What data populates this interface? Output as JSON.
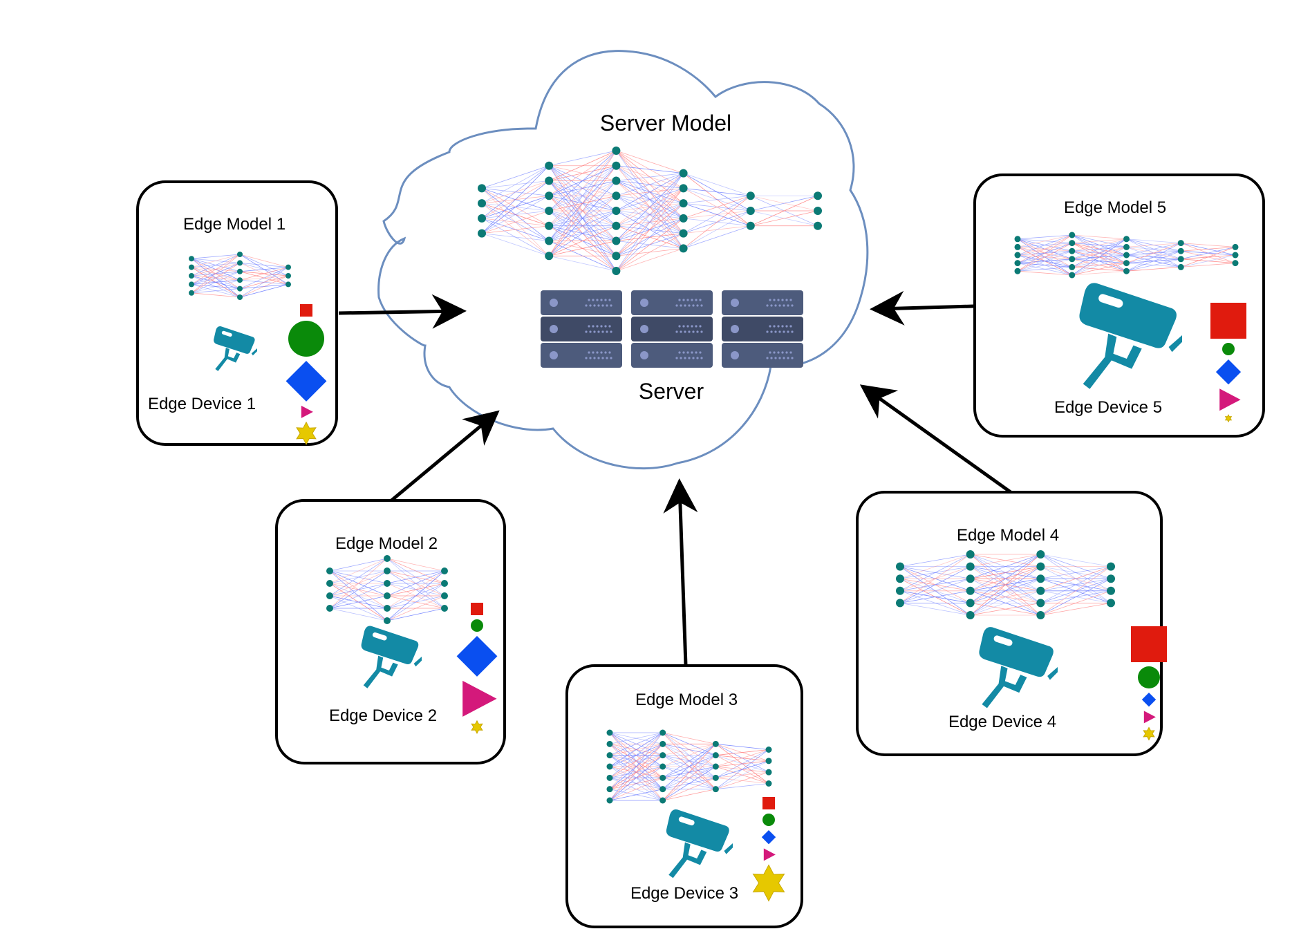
{
  "server": {
    "model_label": "Server Model",
    "label": "Server",
    "cloud_stroke": "#6c8ebf",
    "rack_color": "#4d5b7c",
    "layers": [
      4,
      7,
      9,
      6,
      3,
      3
    ]
  },
  "edges": [
    {
      "model_label": "Edge Model 1",
      "device_label": "Edge Device 1",
      "layers": [
        5,
        6,
        3
      ],
      "class_sizes": {
        "square": "small",
        "circle": "large",
        "diamond": "large",
        "triangle": "small",
        "star": "medium"
      }
    },
    {
      "model_label": "Edge Model 2",
      "device_label": "Edge Device 2",
      "layers": [
        4,
        6,
        4
      ],
      "class_sizes": {
        "square": "small",
        "circle": "small",
        "diamond": "large",
        "triangle": "large",
        "star": "small"
      }
    },
    {
      "model_label": "Edge Model 3",
      "device_label": "Edge Device 3",
      "layers": [
        7,
        7,
        5,
        4
      ],
      "class_sizes": {
        "square": "small",
        "circle": "small",
        "diamond": "small",
        "triangle": "small",
        "star": "large"
      }
    },
    {
      "model_label": "Edge Model 4",
      "device_label": "Edge Device 4",
      "layers": [
        4,
        6,
        6,
        4
      ],
      "class_sizes": {
        "square": "large",
        "circle": "medium",
        "diamond": "small",
        "triangle": "small",
        "star": "small"
      }
    },
    {
      "model_label": "Edge Model 5",
      "device_label": "Edge Device 5",
      "layers": [
        5,
        6,
        5,
        4,
        3
      ],
      "class_sizes": {
        "square": "large",
        "circle": "small",
        "diamond": "medium",
        "triangle": "medium",
        "star": "tiny"
      }
    }
  ],
  "colors": {
    "node": "#0b7a75",
    "link_red": "#ff7777",
    "link_blue": "#6677ff",
    "camera": "#138aa5",
    "square": "#e01b0e",
    "circle": "#0a8a0a",
    "diamond": "#0a4ff0",
    "triangle": "#d4197b",
    "star": "#e6c800",
    "arrow": "#000000"
  },
  "icons": {
    "camera": "security-camera-icon",
    "server": "server-rack-icon",
    "cloud": "cloud-shape"
  }
}
